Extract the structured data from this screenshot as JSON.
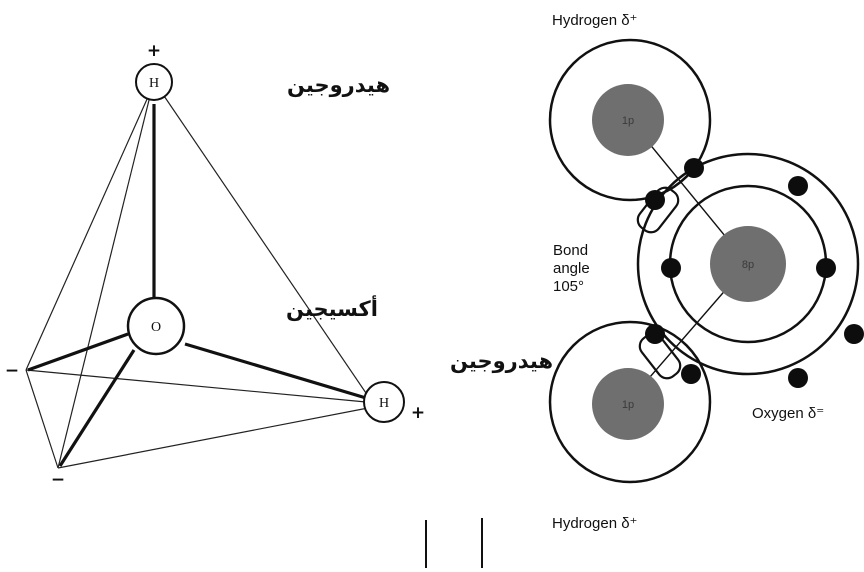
{
  "left_diagram": {
    "hydrogen_top_label": "هيدروجين",
    "oxygen_label": "أكسيجين",
    "hydrogen_right_label": "هيدروجين",
    "h_top_symbol": "H",
    "o_symbol": "O",
    "h_right_symbol": "H",
    "charge_top": "+",
    "charge_right": "+",
    "charge_left": "−",
    "charge_bottom": "−"
  },
  "right_diagram": {
    "hydrogen_top_label": "Hydrogen δ⁺",
    "hydrogen_bottom_label": "Hydrogen δ⁺",
    "oxygen_label": "Oxygen δ⁼",
    "bond_angle_line1": "Bond",
    "bond_angle_line2": "angle",
    "bond_angle_line3": "105°",
    "h_top_nucleus": "1p",
    "h_bottom_nucleus": "1p",
    "o_nucleus": "8p"
  },
  "colors": {
    "line": "#111111",
    "nucleus_fill": "#6f6f6f",
    "electron_fill": "#0d0d0d"
  }
}
